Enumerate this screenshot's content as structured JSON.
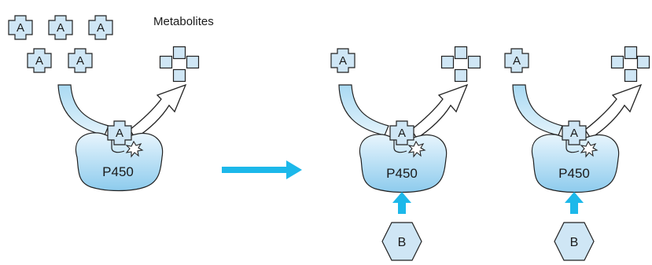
{
  "header_label": "Metabolites",
  "substrate_label": "A",
  "enzyme_label": "P450",
  "inducer_label": "B",
  "colors": {
    "molecule_fill": "#cfe6f5",
    "enzyme_light": "#e6f4fc",
    "enzyme_dark": "#8fcdee",
    "arrow_blue": "#1cb8ea",
    "stroke": "#222222"
  }
}
